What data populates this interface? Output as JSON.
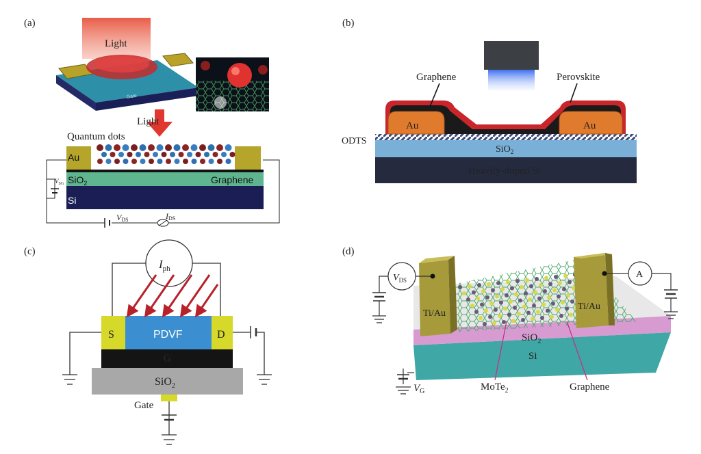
{
  "panels": {
    "a": {
      "label": "(a)",
      "light_top": "Light",
      "gate_text": "Gate",
      "light_arrow": "Light",
      "quantum_dots": "Quantum dots",
      "au": "Au",
      "sio2_prefix": "SiO",
      "sio2_sub": "2",
      "graphene": "Graphene",
      "si": "Si",
      "vsg_v": "V",
      "vsg_sub": "SG",
      "vds_v": "V",
      "vds_sub": "DS",
      "ids_i": "I",
      "ids_sub": "DS"
    },
    "b": {
      "label": "(b)",
      "graphene": "Graphene",
      "perovskite": "Perovskite",
      "au_left": "Au",
      "au_right": "Au",
      "odts": "ODTS",
      "sio2_prefix": "SiO",
      "sio2_sub": "2",
      "substrate": "Heavily-doped Si"
    },
    "c": {
      "label": "(c)",
      "iph_i": "I",
      "iph_sub": "ph",
      "source": "S",
      "pdvf": "PDVF",
      "drain": "D",
      "g": "G",
      "sio2_prefix": "SiO",
      "sio2_sub": "2",
      "gate": "Gate"
    },
    "d": {
      "label": "(d)",
      "vds_v": "V",
      "vds_sub": "DS",
      "ammeter": "A",
      "ti_au_left": "Ti/Au",
      "ti_au_right": "Ti/Au",
      "sio2_prefix": "SiO",
      "sio2_sub": "2",
      "si": "Si",
      "vg_v": "V",
      "vg_sub": "G",
      "mote2_prefix": "MoTe",
      "mote2_sub": "2",
      "graphene": "Graphene"
    }
  },
  "colors": {
    "gold": "#b5a52a",
    "sio2_green": "#5fb58f",
    "si_navy": "#1b1e55",
    "au_orange": "#e07a2c",
    "perovskite_red": "#c9262c",
    "sio2_blue": "#7ab0d8",
    "si_dark": "#262a3e",
    "pdvf_blue": "#3b8fd0",
    "contact_yellow": "#d7d92a",
    "sio2_gray": "#a8a8a8",
    "arrow_red": "#b8202a",
    "sio2_pink": "#d79bd2",
    "si_teal": "#3fa7a5",
    "tiau_khaki": "#a69a3a"
  }
}
